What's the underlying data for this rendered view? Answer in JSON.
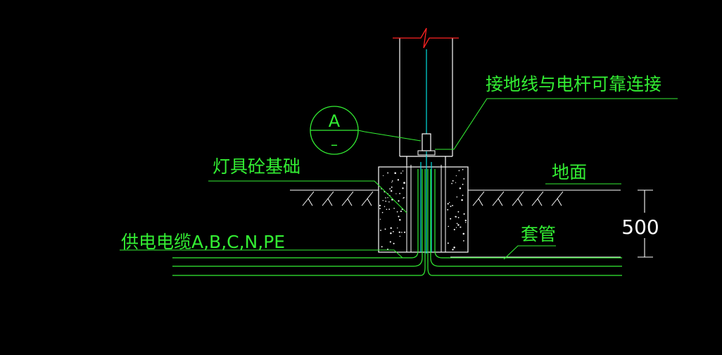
{
  "labels": {
    "ground_wire": "接地线与电杆可靠连接",
    "lamp_foundation": "灯具砼基础",
    "ground_surface": "地面",
    "sleeve": "套管",
    "power_cable": "供电电缆A,B,C,N,PE",
    "dimension": "500",
    "detail_symbol": "A",
    "detail_sub": "–"
  },
  "colors": {
    "background": "#000000",
    "line": "#ffffff",
    "label": "#33ee33",
    "cable": "#33ee33",
    "ground_wire": "#00e0e0",
    "break_mark": "#ff2222",
    "dimension": "#ffffff"
  }
}
